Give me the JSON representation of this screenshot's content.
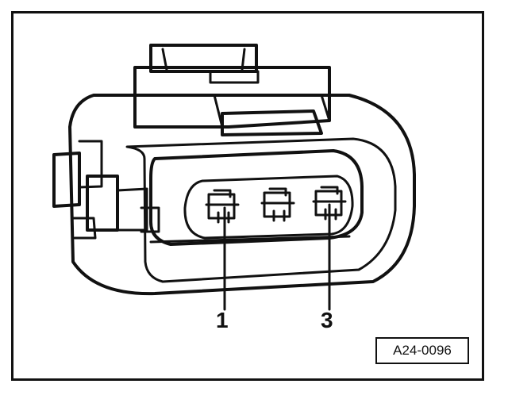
{
  "diagram": {
    "callouts": [
      {
        "number": "1"
      },
      {
        "number": "3"
      }
    ],
    "figure_id": "A24-0096",
    "colors": {
      "ink": "#111111",
      "paper": "#ffffff"
    }
  }
}
